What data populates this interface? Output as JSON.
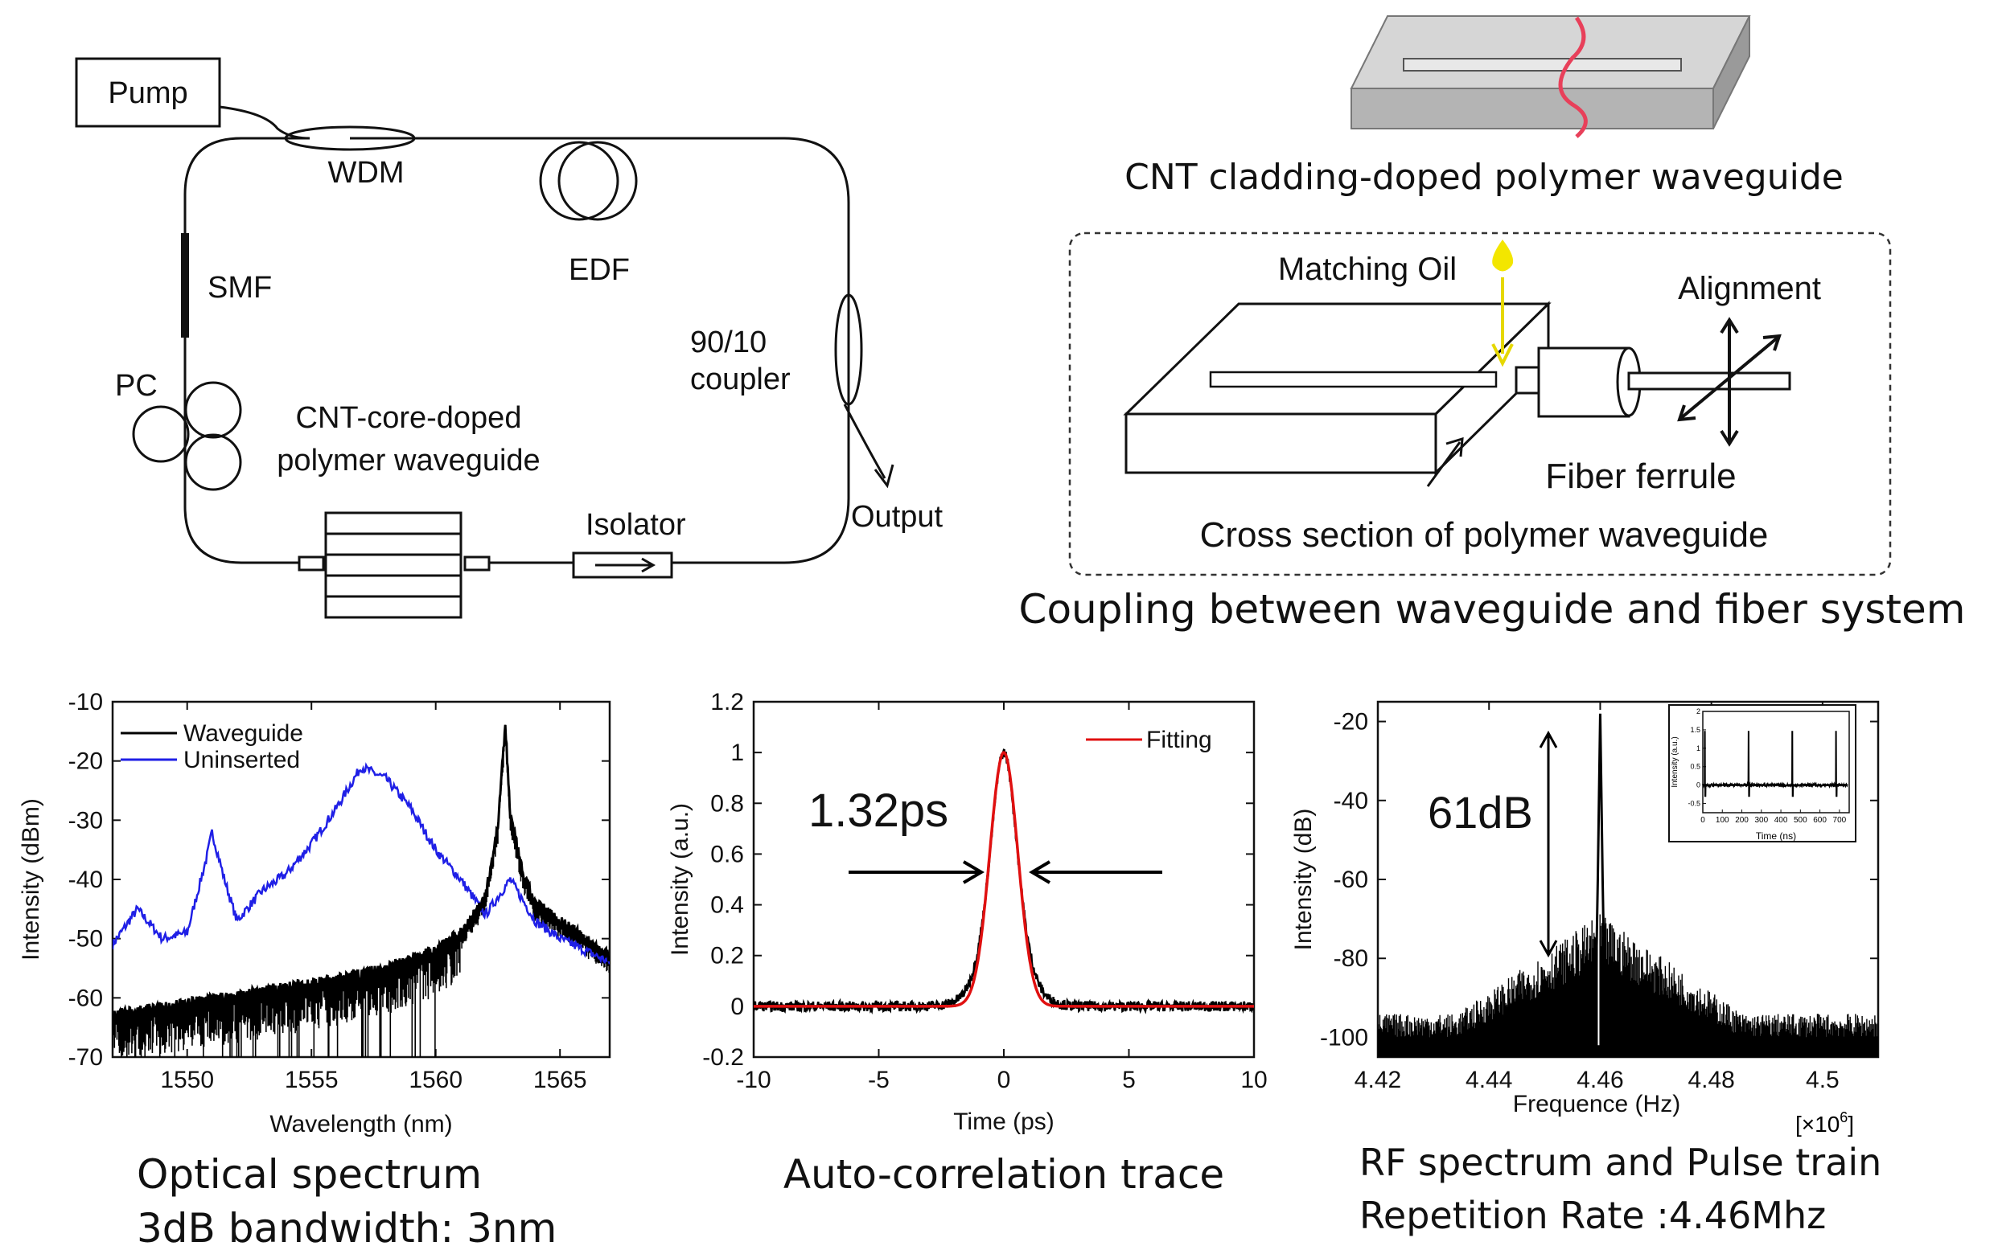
{
  "laser": {
    "pump": "Pump",
    "wdm": "WDM",
    "edf": "EDF",
    "smf": "SMF",
    "pc": "PC",
    "coupler_line1": "90/10",
    "coupler_line2": "coupler",
    "output": "Output",
    "waveguide_line1": "CNT-core-doped",
    "waveguide_line2": "polymer waveguide",
    "isolator": "Isolator"
  },
  "cladding": {
    "caption": "CNT cladding-doped polymer waveguide"
  },
  "coupling": {
    "matching_oil": "Matching Oil",
    "alignment": "Alignment",
    "fiber_ferrule": "Fiber ferrule",
    "cross_section": "Cross section of polymer waveguide",
    "caption": "Coupling between waveguide and fiber system"
  },
  "colors": {
    "waveguide_trace": "#000000",
    "uninserted_trace": "#1f1fe6",
    "fitting_trace": "#e01010",
    "spot_red": "#e8405a",
    "oil_yellow": "#f3e600",
    "slab_gray": "#c8c8c8"
  },
  "chart_data": [
    {
      "type": "line",
      "xlabel": "Wavelength (nm)",
      "ylabel": "Intensity (dBm)",
      "xlim": [
        1547,
        1567
      ],
      "ylim": [
        -70,
        -10
      ],
      "xticks": [
        "1550",
        "1555",
        "1560",
        "1565"
      ],
      "yticks": [
        "-10",
        "-20",
        "-30",
        "-40",
        "-50",
        "-60",
        "-70"
      ],
      "legend_position": "top-left",
      "series": [
        {
          "name": "Waveguide",
          "x": [
            1547,
            1550,
            1553,
            1556,
            1558,
            1560,
            1561,
            1562,
            1562.5,
            1562.8,
            1563,
            1563.5,
            1564,
            1565,
            1566,
            1567
          ],
          "y": [
            -64,
            -62,
            -60,
            -58,
            -56,
            -53,
            -50,
            -44,
            -32,
            -15,
            -30,
            -40,
            -45,
            -48,
            -51,
            -54
          ]
        },
        {
          "name": "Uninserted",
          "x": [
            1547,
            1548,
            1549,
            1550,
            1550.8,
            1551,
            1551.5,
            1552,
            1553,
            1554,
            1555,
            1556,
            1557,
            1558,
            1559,
            1560,
            1561,
            1562,
            1563,
            1564,
            1565,
            1566,
            1567
          ],
          "y": [
            -51,
            -45,
            -50,
            -49,
            -36,
            -32,
            -40,
            -47,
            -42,
            -39,
            -34,
            -28,
            -21,
            -23,
            -28,
            -35,
            -40,
            -46,
            -40,
            -47,
            -50,
            -52,
            -54
          ]
        }
      ],
      "caption_line1": "Optical spectrum",
      "caption_line2": "3dB bandwidth: 3nm"
    },
    {
      "type": "line",
      "xlabel": "Time (ps)",
      "ylabel": "Intensity (a.u.)",
      "xlim": [
        -10,
        10
      ],
      "ylim": [
        -0.2,
        1.2
      ],
      "xticks": [
        "-10",
        "-5",
        "0",
        "5",
        "10"
      ],
      "yticks": [
        "-0.2",
        "0",
        "0.2",
        "0.4",
        "0.6",
        "0.8",
        "1",
        "1.2"
      ],
      "legend_position": "top-right",
      "series": [
        {
          "name": "Fitting",
          "fwhm_ps": 1.32,
          "peak": 1.0
        }
      ],
      "annotation": "1.32ps",
      "caption": "Auto-correlation trace"
    },
    {
      "type": "line",
      "xlabel": "Frequence (Hz)",
      "ylabel": "Intensity (dB)",
      "xlim": [
        4.42,
        4.51
      ],
      "ylim": [
        -105,
        -15
      ],
      "xticks": [
        "4.42",
        "4.44",
        "4.46",
        "4.48",
        "4.5"
      ],
      "yticks": [
        "-20",
        "-40",
        "-60",
        "-80",
        "-100"
      ],
      "x_multiplier_base": "[×10",
      "x_multiplier_exp": "6",
      "x_multiplier_close": "]",
      "peak_x": 4.46,
      "peak_y": -18,
      "annotation": "61dB",
      "inset": {
        "xlabel": "Time (ns)",
        "ylabel": "Intensity (a.u.)",
        "xticks": [
          "0",
          "100",
          "200",
          "300",
          "400",
          "500",
          "600",
          "700"
        ],
        "yticks": [
          "2",
          "1.5",
          "1",
          "0.5",
          "0",
          "-0.5"
        ]
      },
      "caption_line1": "RF spectrum and Pulse train",
      "caption_line2": "Repetition Rate :4.46Mhz"
    }
  ]
}
